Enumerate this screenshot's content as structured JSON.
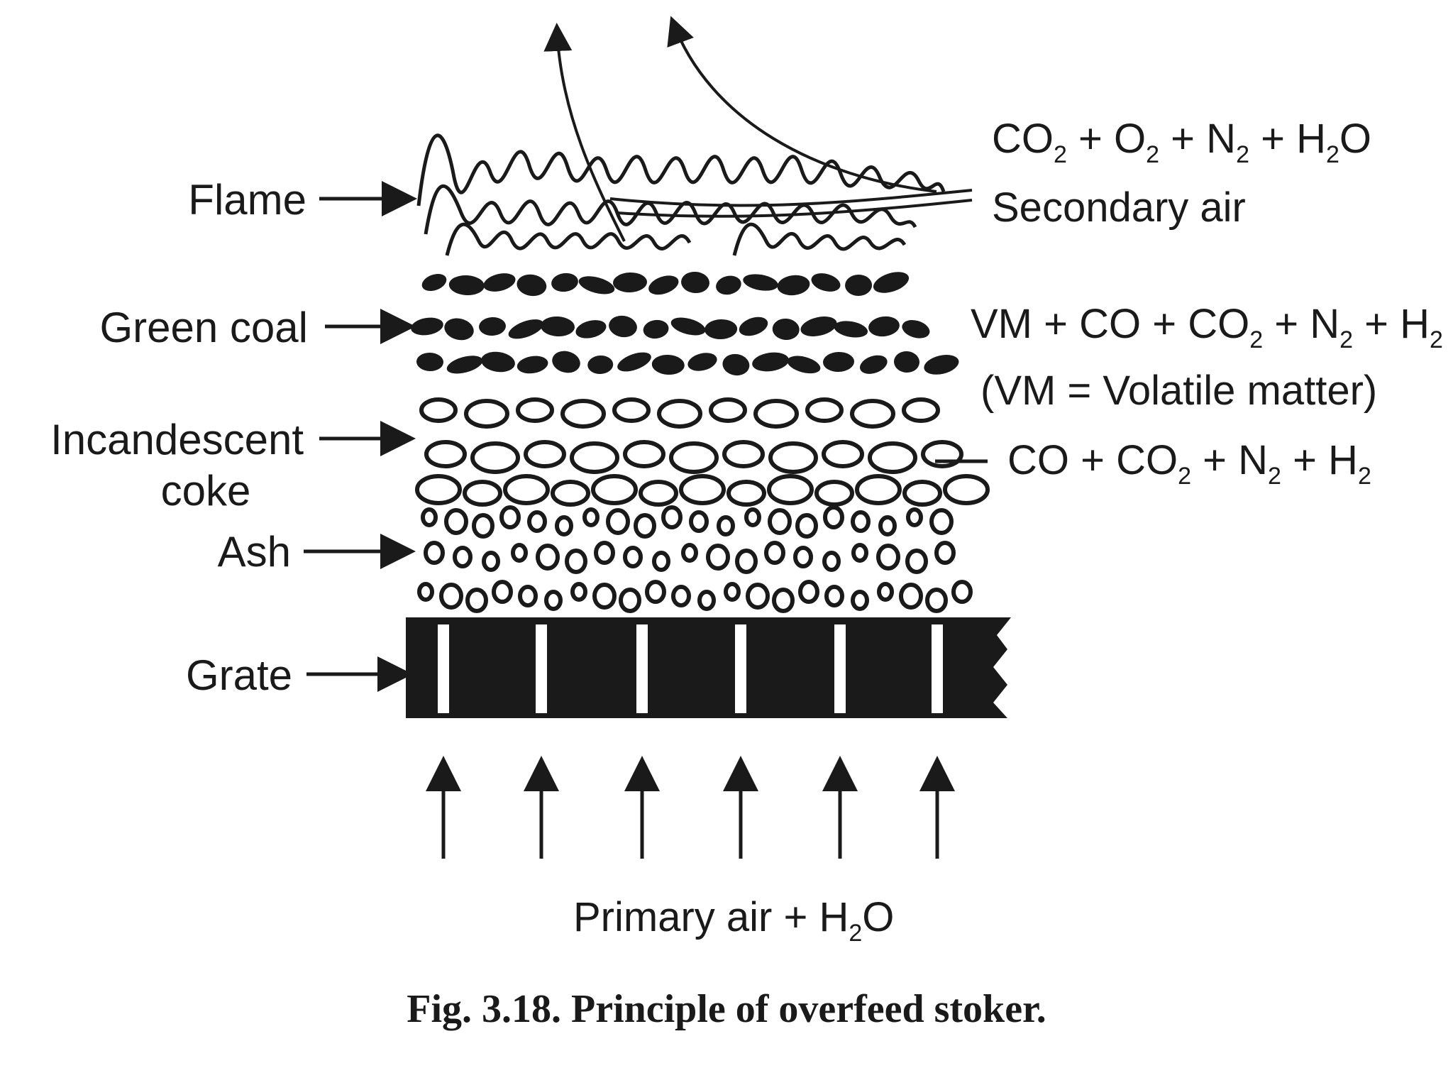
{
  "labels": {
    "flame": "Flame",
    "green_coal": "Green coal",
    "incandescent_coke_line1": "Incandescent",
    "incandescent_coke_line2": "coke",
    "ash": "Ash",
    "grate": "Grate",
    "secondary_air": "Secondary air",
    "vm_note": "(VM = Volatile matter)",
    "primary_air": "Primary air + H",
    "primary_air_sub": "2",
    "primary_air_tail": "O"
  },
  "formulas": {
    "flue_gas": [
      {
        "t": "CO"
      },
      {
        "t": "2",
        "sub": true
      },
      {
        "t": " + O"
      },
      {
        "t": "2",
        "sub": true
      },
      {
        "t": " + N"
      },
      {
        "t": "2",
        "sub": true
      },
      {
        "t": " + H"
      },
      {
        "t": "2",
        "sub": true
      },
      {
        "t": "O"
      }
    ],
    "green_coal_gas": [
      {
        "t": "VM + CO + CO"
      },
      {
        "t": "2",
        "sub": true
      },
      {
        "t": " + N"
      },
      {
        "t": "2",
        "sub": true
      },
      {
        "t": " + H"
      },
      {
        "t": "2",
        "sub": true
      }
    ],
    "coke_gas": [
      {
        "t": "CO + CO"
      },
      {
        "t": "2",
        "sub": true
      },
      {
        "t": " + N"
      },
      {
        "t": "2",
        "sub": true
      },
      {
        "t": " + H"
      },
      {
        "t": "2",
        "sub": true
      }
    ]
  },
  "caption": "Fig. 3.18. Principle of overfeed stoker.",
  "colors": {
    "ink": "#1a1a1a",
    "background": "#ffffff"
  }
}
